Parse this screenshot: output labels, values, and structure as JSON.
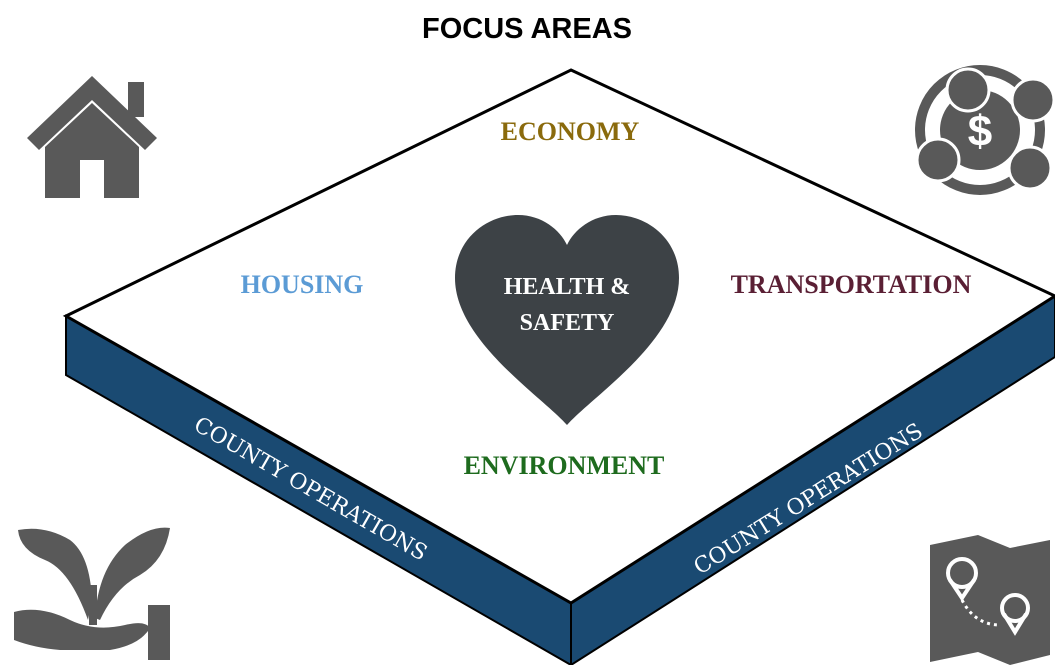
{
  "title": "FOCUS AREAS",
  "areas": {
    "economy": "ECONOMY",
    "housing": "HOUSING",
    "transportation": "TRANSPORTATION",
    "environment": "ENVIRONMENT",
    "health_line1": "HEALTH &",
    "health_line2": "SAFETY"
  },
  "bands": {
    "left": "COUNTY OPERATIONS",
    "right": "COUNTY OPERATIONS"
  },
  "icons": {
    "top_left": "house-icon",
    "top_right": "dollar-cycle-icon",
    "bottom_left": "plant-in-hand-icon",
    "bottom_right": "map-pins-icon",
    "center": "heart-icon"
  },
  "colors": {
    "economy": "#8a6a0c",
    "housing": "#5b9bd5",
    "transportation": "#5a1f34",
    "environment": "#1e6b1e",
    "band": "#1a4a72",
    "heart": "#3d4246",
    "icon": "#595959"
  }
}
